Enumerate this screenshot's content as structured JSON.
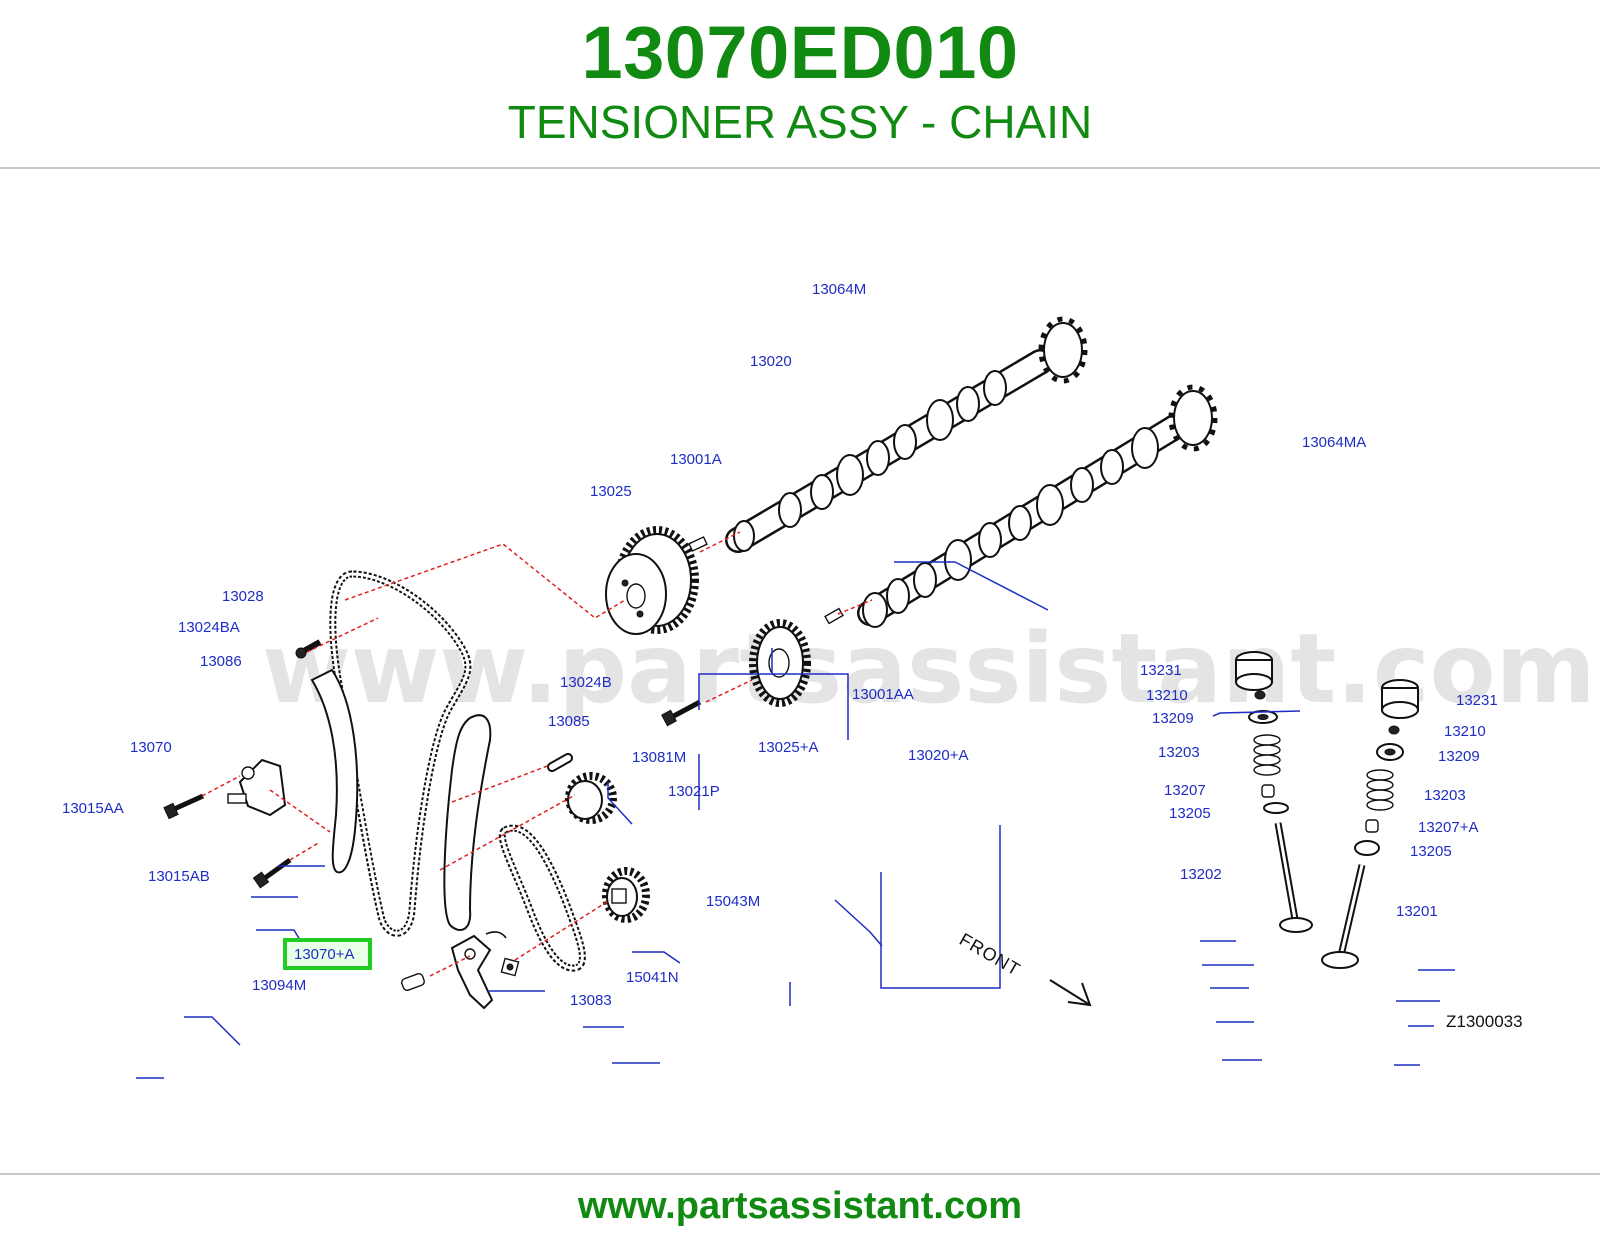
{
  "header": {
    "part_number": "13070ED010",
    "part_name": "TENSIONER ASSY - CHAIN"
  },
  "footer": {
    "url": "www.partsassistant.com"
  },
  "diagram": {
    "watermark": "www.partsassistant.com",
    "front_label": "FRONT",
    "figure_code": "Z1300033",
    "highlighted_label": "13070+A",
    "highlight_color": "#22cc22",
    "labels": {
      "l13064M": "13064M",
      "l13020": "13020",
      "l13064MA": "13064MA",
      "l13001A": "13001A",
      "l13025": "13025",
      "l13028": "13028",
      "l13024BA": "13024BA",
      "l13086": "13086",
      "l13024B": "13024B",
      "l13001AA": "13001AA",
      "l13231a": "13231",
      "l13210a": "13210",
      "l13209a": "13209",
      "l13203a": "13203",
      "l13207": "13207",
      "l13205a": "13205",
      "l13202": "13202",
      "l13231b": "13231",
      "l13210b": "13210",
      "l13209b": "13209",
      "l13203b": "13203",
      "l13207A": "13207+A",
      "l13205b": "13205",
      "l13201": "13201",
      "l13085": "13085",
      "l13070": "13070",
      "l13025A": "13025+A",
      "l13020A": "13020+A",
      "l13081M": "13081M",
      "l13015AA": "13015AA",
      "l13021P": "13021P",
      "l13015AB": "13015AB",
      "l15043M": "15043M",
      "l13070A": "13070+A",
      "l15041N": "15041N",
      "l13094M": "13094M",
      "l13083": "13083"
    }
  }
}
